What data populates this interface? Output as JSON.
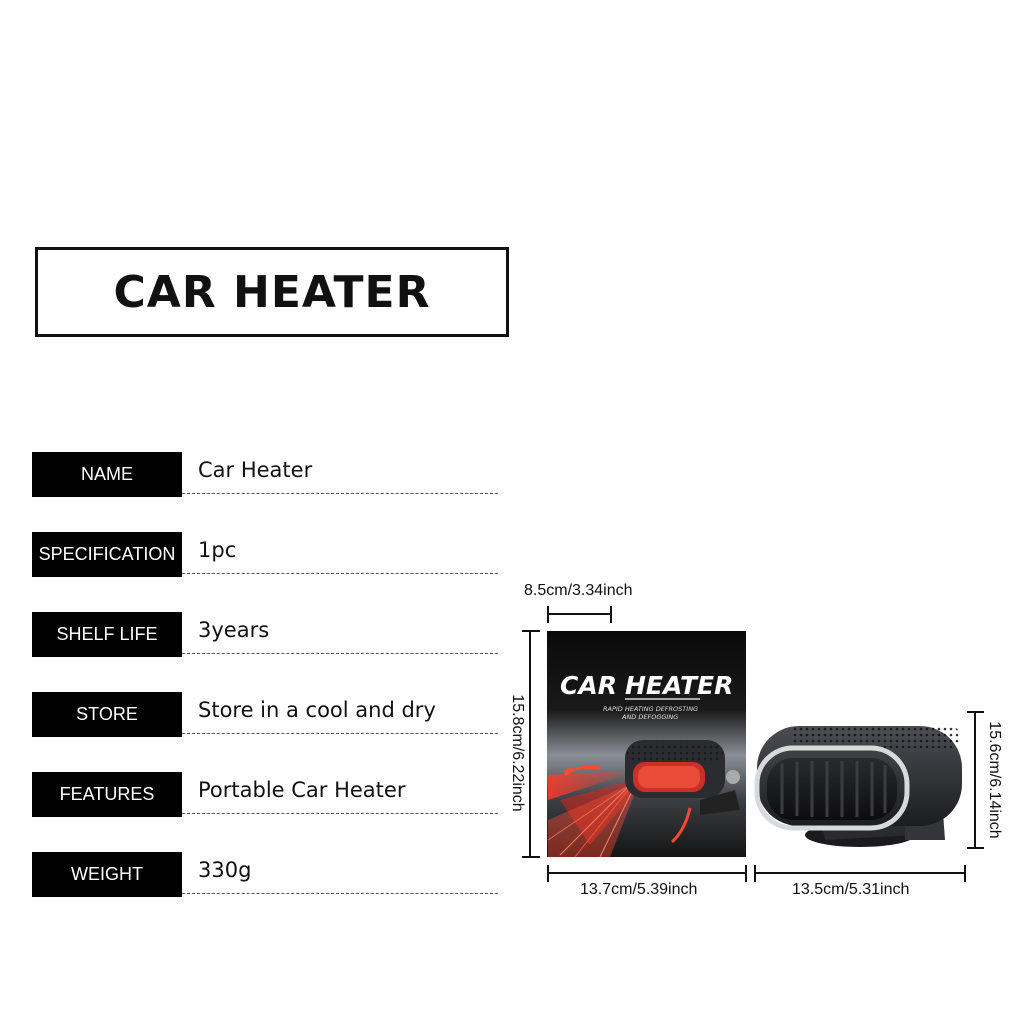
{
  "title": "CAR HEATER",
  "specs": [
    {
      "label": "NAME",
      "value": "Car Heater"
    },
    {
      "label": "SPECIFICATION",
      "value": "1pc"
    },
    {
      "label": "SHELF LIFE",
      "value": "3years"
    },
    {
      "label": "STORE",
      "value": "Store in a cool and dry"
    },
    {
      "label": "FEATURES",
      "value": "Portable Car Heater"
    },
    {
      "label": "WEIGHT",
      "value": "330g"
    }
  ],
  "box": {
    "title_car": "CAR",
    "title_heater": "HEATER",
    "subtitle_line1": "RAPID HEATING DEFROSTING",
    "subtitle_line2": "AND DEFOGGING"
  },
  "dimensions": {
    "box_depth": "8.5cm/3.34inch",
    "box_height": "15.8cm/6.22inch",
    "box_width": "13.7cm/5.39inch",
    "heater_width": "13.5cm/5.31inch",
    "heater_height": "15.6cm/6.14inch"
  },
  "colors": {
    "background": "#ffffff",
    "label_bg": "#000000",
    "accent_red": "#e2241b"
  }
}
